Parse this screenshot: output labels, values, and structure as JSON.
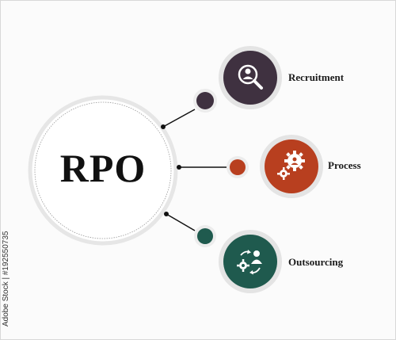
{
  "center": {
    "label": "RPO",
    "ring_color": "#e6e6e6"
  },
  "items": [
    {
      "label": "Recruitment",
      "icon": "magnifier-person-icon",
      "color": "#3f3140"
    },
    {
      "label": "Process",
      "icon": "gears-person-icon",
      "color": "#b83f1f"
    },
    {
      "label": "Outsourcing",
      "icon": "exchange-person-gear-icon",
      "color": "#1f5a4e"
    }
  ],
  "stamp": {
    "id_text": "Adobe Stock | #192550735"
  }
}
